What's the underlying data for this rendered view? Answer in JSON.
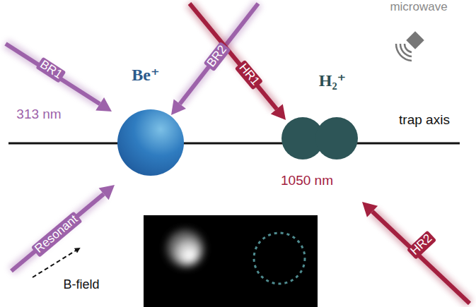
{
  "diagram": {
    "nodes": [
      {
        "text": [
          "Be⁺"
        ]
      },
      {
        "text": [
          "H₂⁺"
        ]
      }
    ],
    "labels": [
      "microwave",
      "BR1",
      "BR2",
      "HR1",
      "313 nm",
      "trap axis",
      "1050 nm",
      "HR2",
      "Resonant",
      "B-field"
    ]
  }
}
